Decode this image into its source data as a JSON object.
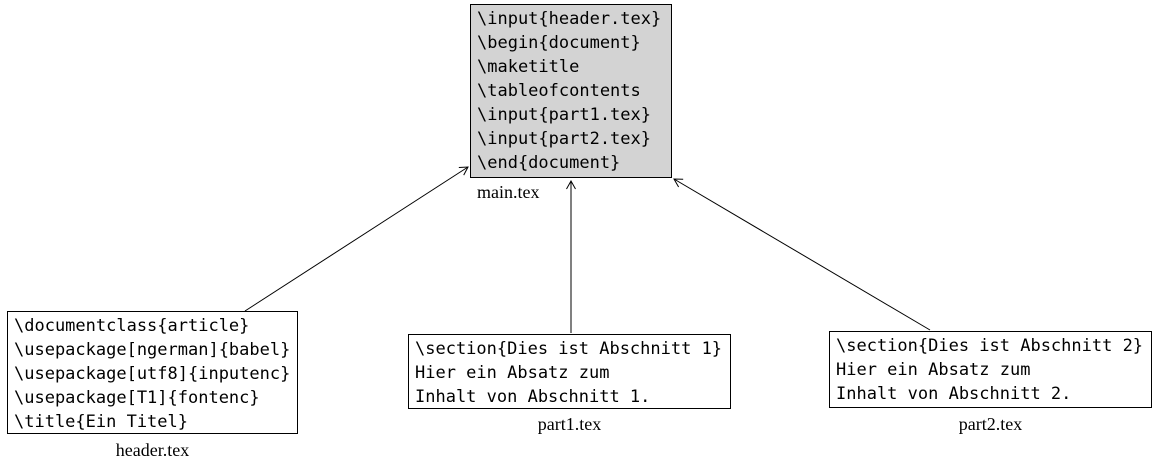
{
  "diagram": {
    "type": "latex-file-inclusion-graph",
    "colors": {
      "main_box_fill": "#d3d3d3",
      "box_fill": "#ffffff",
      "border": "#000000",
      "edge": "#000000",
      "text": "#000000"
    },
    "nodes": [
      {
        "id": "main",
        "label": "main.tex",
        "fill": "#d3d3d3",
        "lines": [
          "\\input{header.tex}",
          "\\begin{document}",
          "\\maketitle",
          "\\tableofcontents",
          "\\input{part1.tex}",
          "\\input{part2.tex}",
          "\\end{document}"
        ]
      },
      {
        "id": "header",
        "label": "header.tex",
        "fill": "#ffffff",
        "lines": [
          "\\documentclass{article}",
          "\\usepackage[ngerman]{babel}",
          "\\usepackage[utf8]{inputenc}",
          "\\usepackage[T1]{fontenc}",
          "\\title{Ein Titel}"
        ]
      },
      {
        "id": "part1",
        "label": "part1.tex",
        "fill": "#ffffff",
        "lines": [
          "\\section{Dies ist Abschnitt 1}",
          "Hier ein Absatz zum",
          "Inhalt von Abschnitt 1."
        ]
      },
      {
        "id": "part2",
        "label": "part2.tex",
        "fill": "#ffffff",
        "lines": [
          "\\section{Dies ist Abschnitt 2}",
          "Hier ein Absatz zum",
          "Inhalt von Abschnitt 2."
        ]
      }
    ],
    "edges": [
      {
        "from": "header.tex",
        "to": "main.tex"
      },
      {
        "from": "part1.tex",
        "to": "main.tex"
      },
      {
        "from": "part2.tex",
        "to": "main.tex"
      }
    ]
  }
}
